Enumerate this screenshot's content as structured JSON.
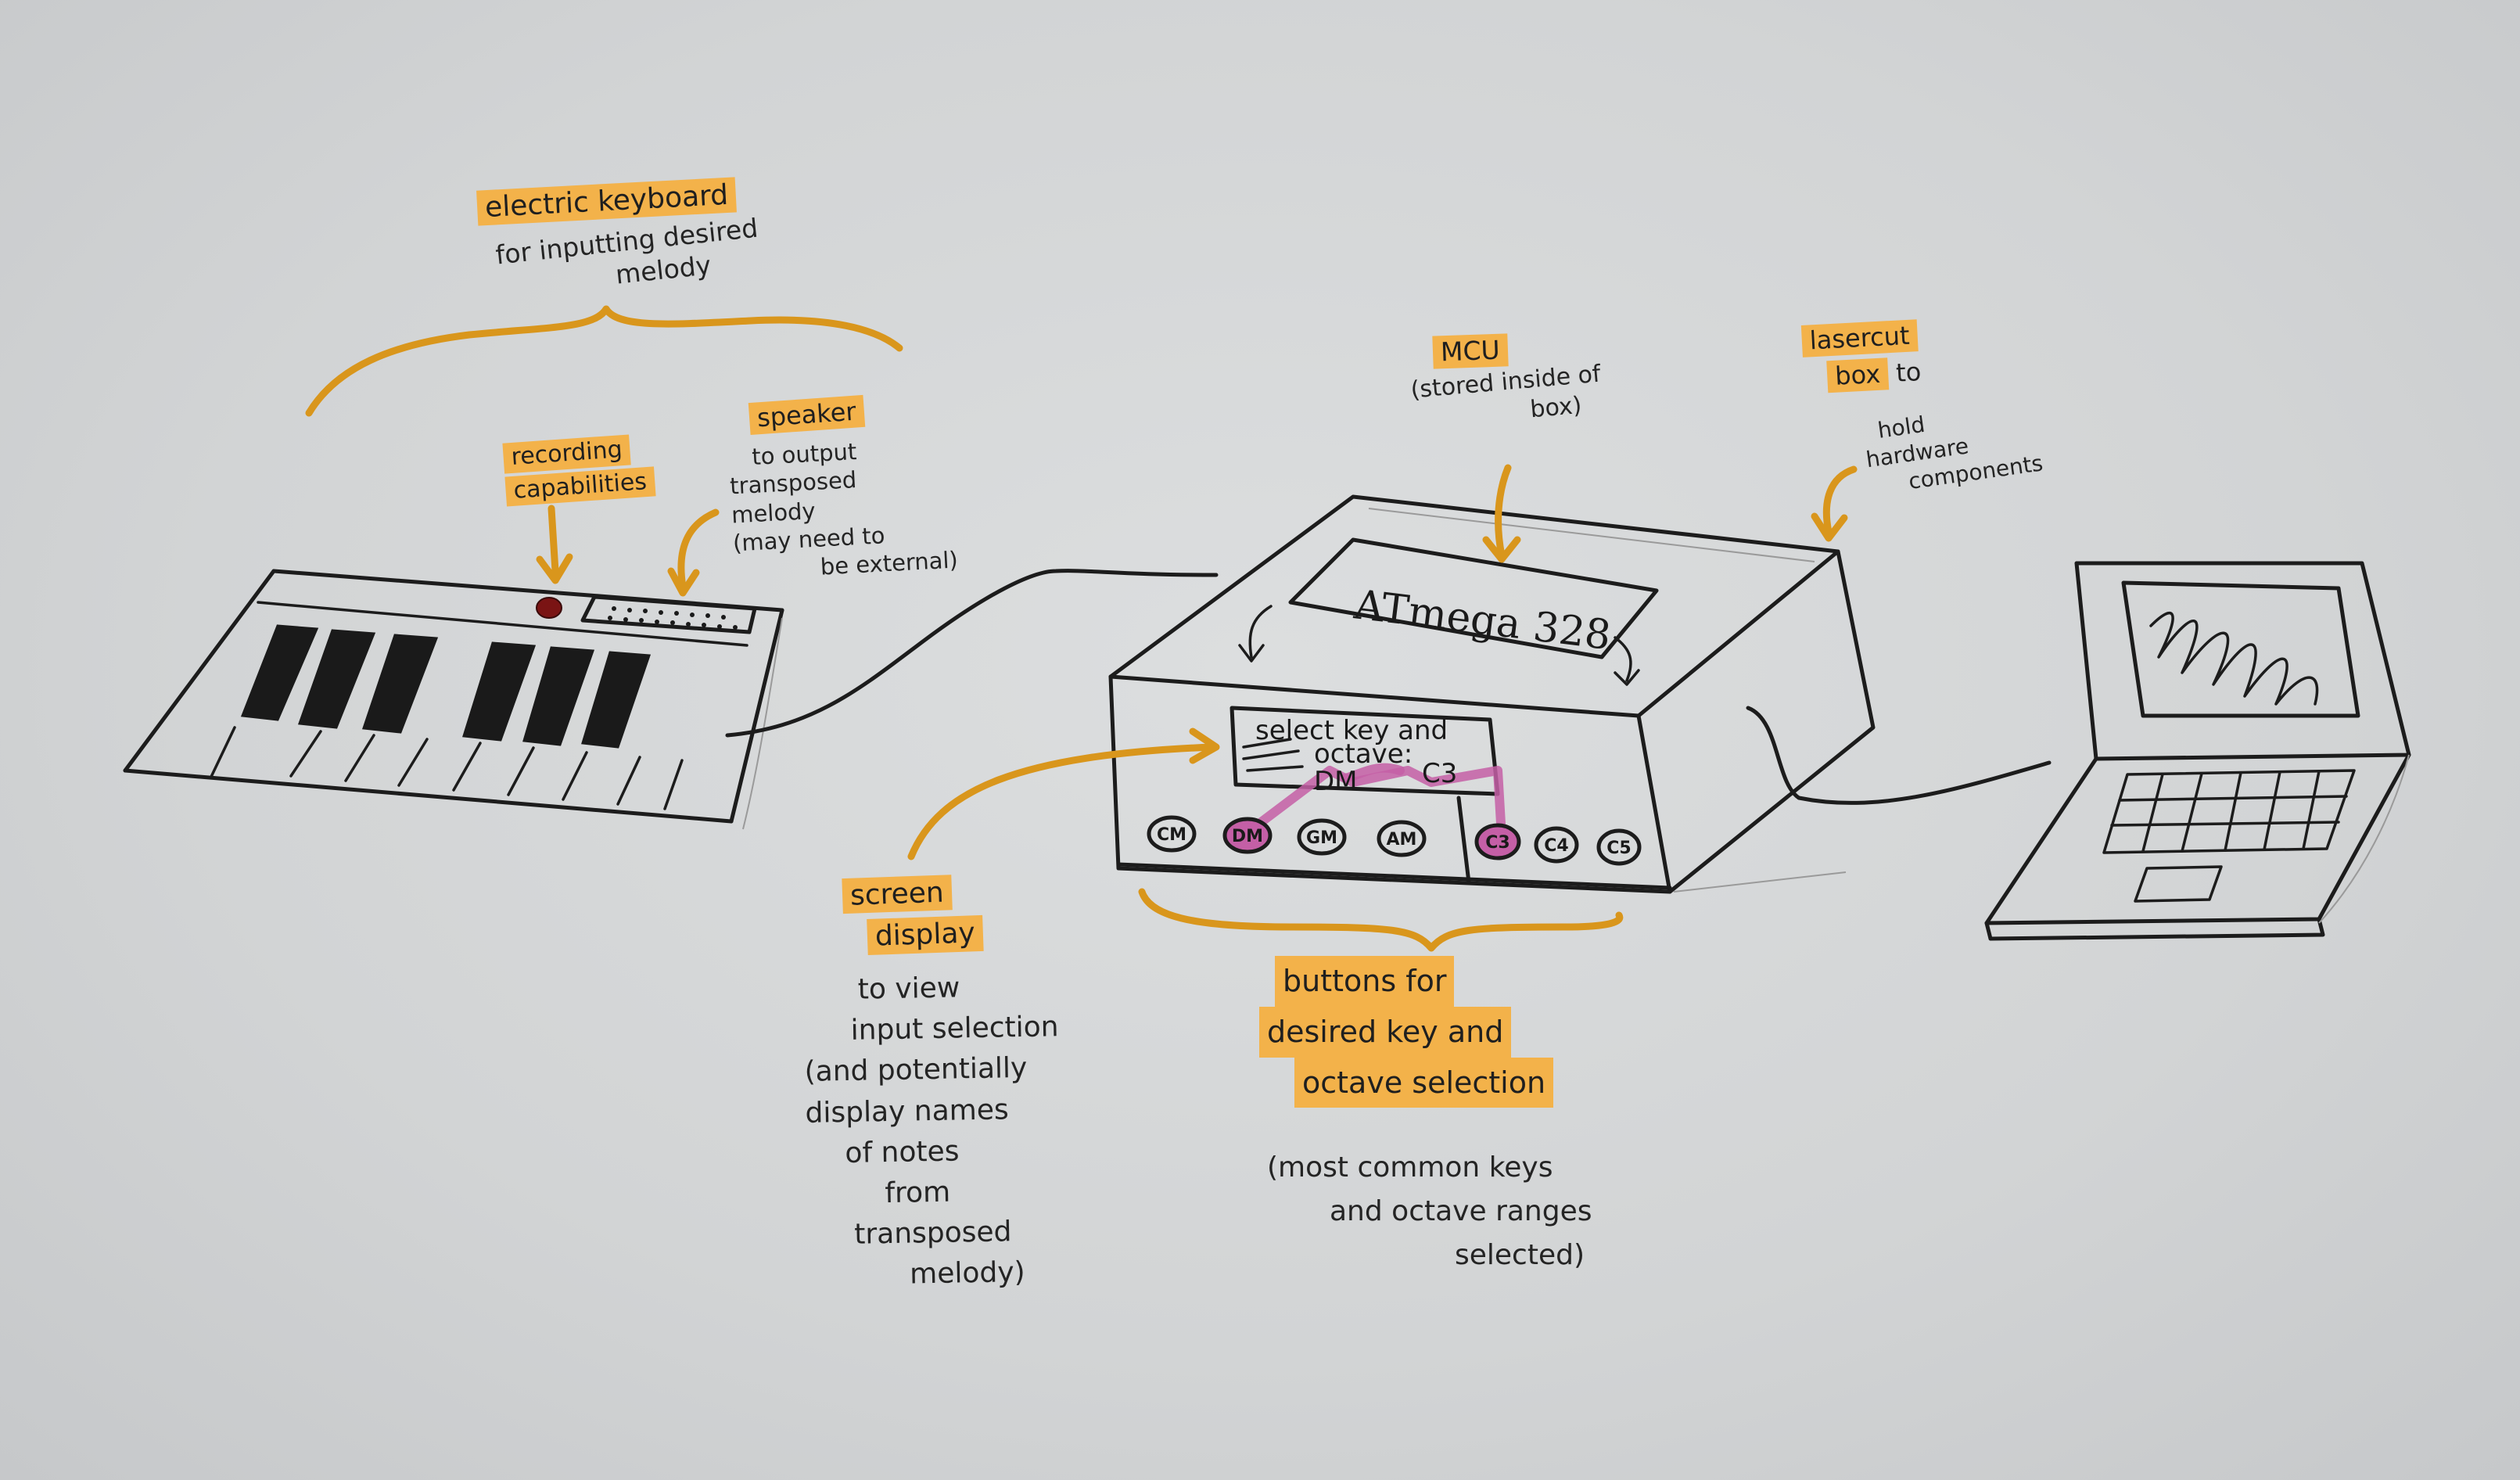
{
  "keyboard": {
    "title": "electric keyboard",
    "desc_lines": [
      "for inputting desired",
      "melody"
    ],
    "recording": [
      "recording",
      "capabilities"
    ],
    "speaker": {
      "title": "speaker",
      "desc_lines": [
        "to output",
        "transposed",
        "melody",
        "(may need to",
        "be external)"
      ]
    }
  },
  "box": {
    "mcu": {
      "title": "MCU",
      "desc_lines": [
        "(stored inside of",
        "box)"
      ]
    },
    "lasercut": {
      "title_lines": [
        "lasercut",
        "box"
      ],
      "to": "to",
      "desc_lines": [
        "hold",
        "hardware",
        "components"
      ]
    },
    "chip_label": "ATmega 328",
    "screen_lines": [
      "select key and",
      "octave:"
    ],
    "screen_values": [
      "DM",
      "C3"
    ],
    "key_buttons": [
      "CM",
      "DM",
      "GM",
      "AM"
    ],
    "octave_buttons": [
      "C3",
      "C4",
      "C5"
    ]
  },
  "screen_note": {
    "title_lines": [
      "screen",
      "display"
    ],
    "desc_lines": [
      "to view",
      "input selection",
      "(and potentially",
      "display names",
      "of notes",
      "from",
      "transposed",
      "melody)"
    ]
  },
  "buttons_note": {
    "title_lines": [
      "buttons for",
      "desired key and",
      "octave selection"
    ],
    "desc_lines": [
      "(most common keys",
      "and octave ranges",
      "selected)"
    ]
  }
}
